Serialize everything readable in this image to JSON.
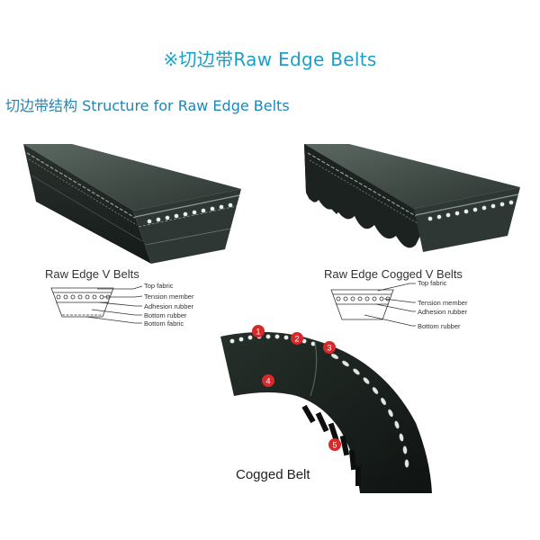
{
  "header": {
    "title": "※切边带Raw Edge Belts",
    "subtitle": "切边带结构 Structure for   Raw Edge Belts"
  },
  "left_belt": {
    "name": "Raw Edge V Belts",
    "layers": [
      "Top  fabric",
      "Tension  member",
      "Adhesion  rubber",
      "Bottom  rubber",
      "Bottom  fabric"
    ]
  },
  "right_belt": {
    "name": "Raw Edge Cogged V Belts",
    "layers": [
      "Top  fabric",
      "Tension  member",
      "Adhesion  rubber",
      "Bottom  rubber"
    ]
  },
  "cogged": {
    "name": "Cogged Belt",
    "markers": [
      "1",
      "2",
      "3",
      "4",
      "5"
    ],
    "marker_color": "#d62a2a"
  },
  "colors": {
    "title": "#1aa0c8",
    "belt_dark": "#1f2623",
    "belt_mid": "#3a4540"
  }
}
